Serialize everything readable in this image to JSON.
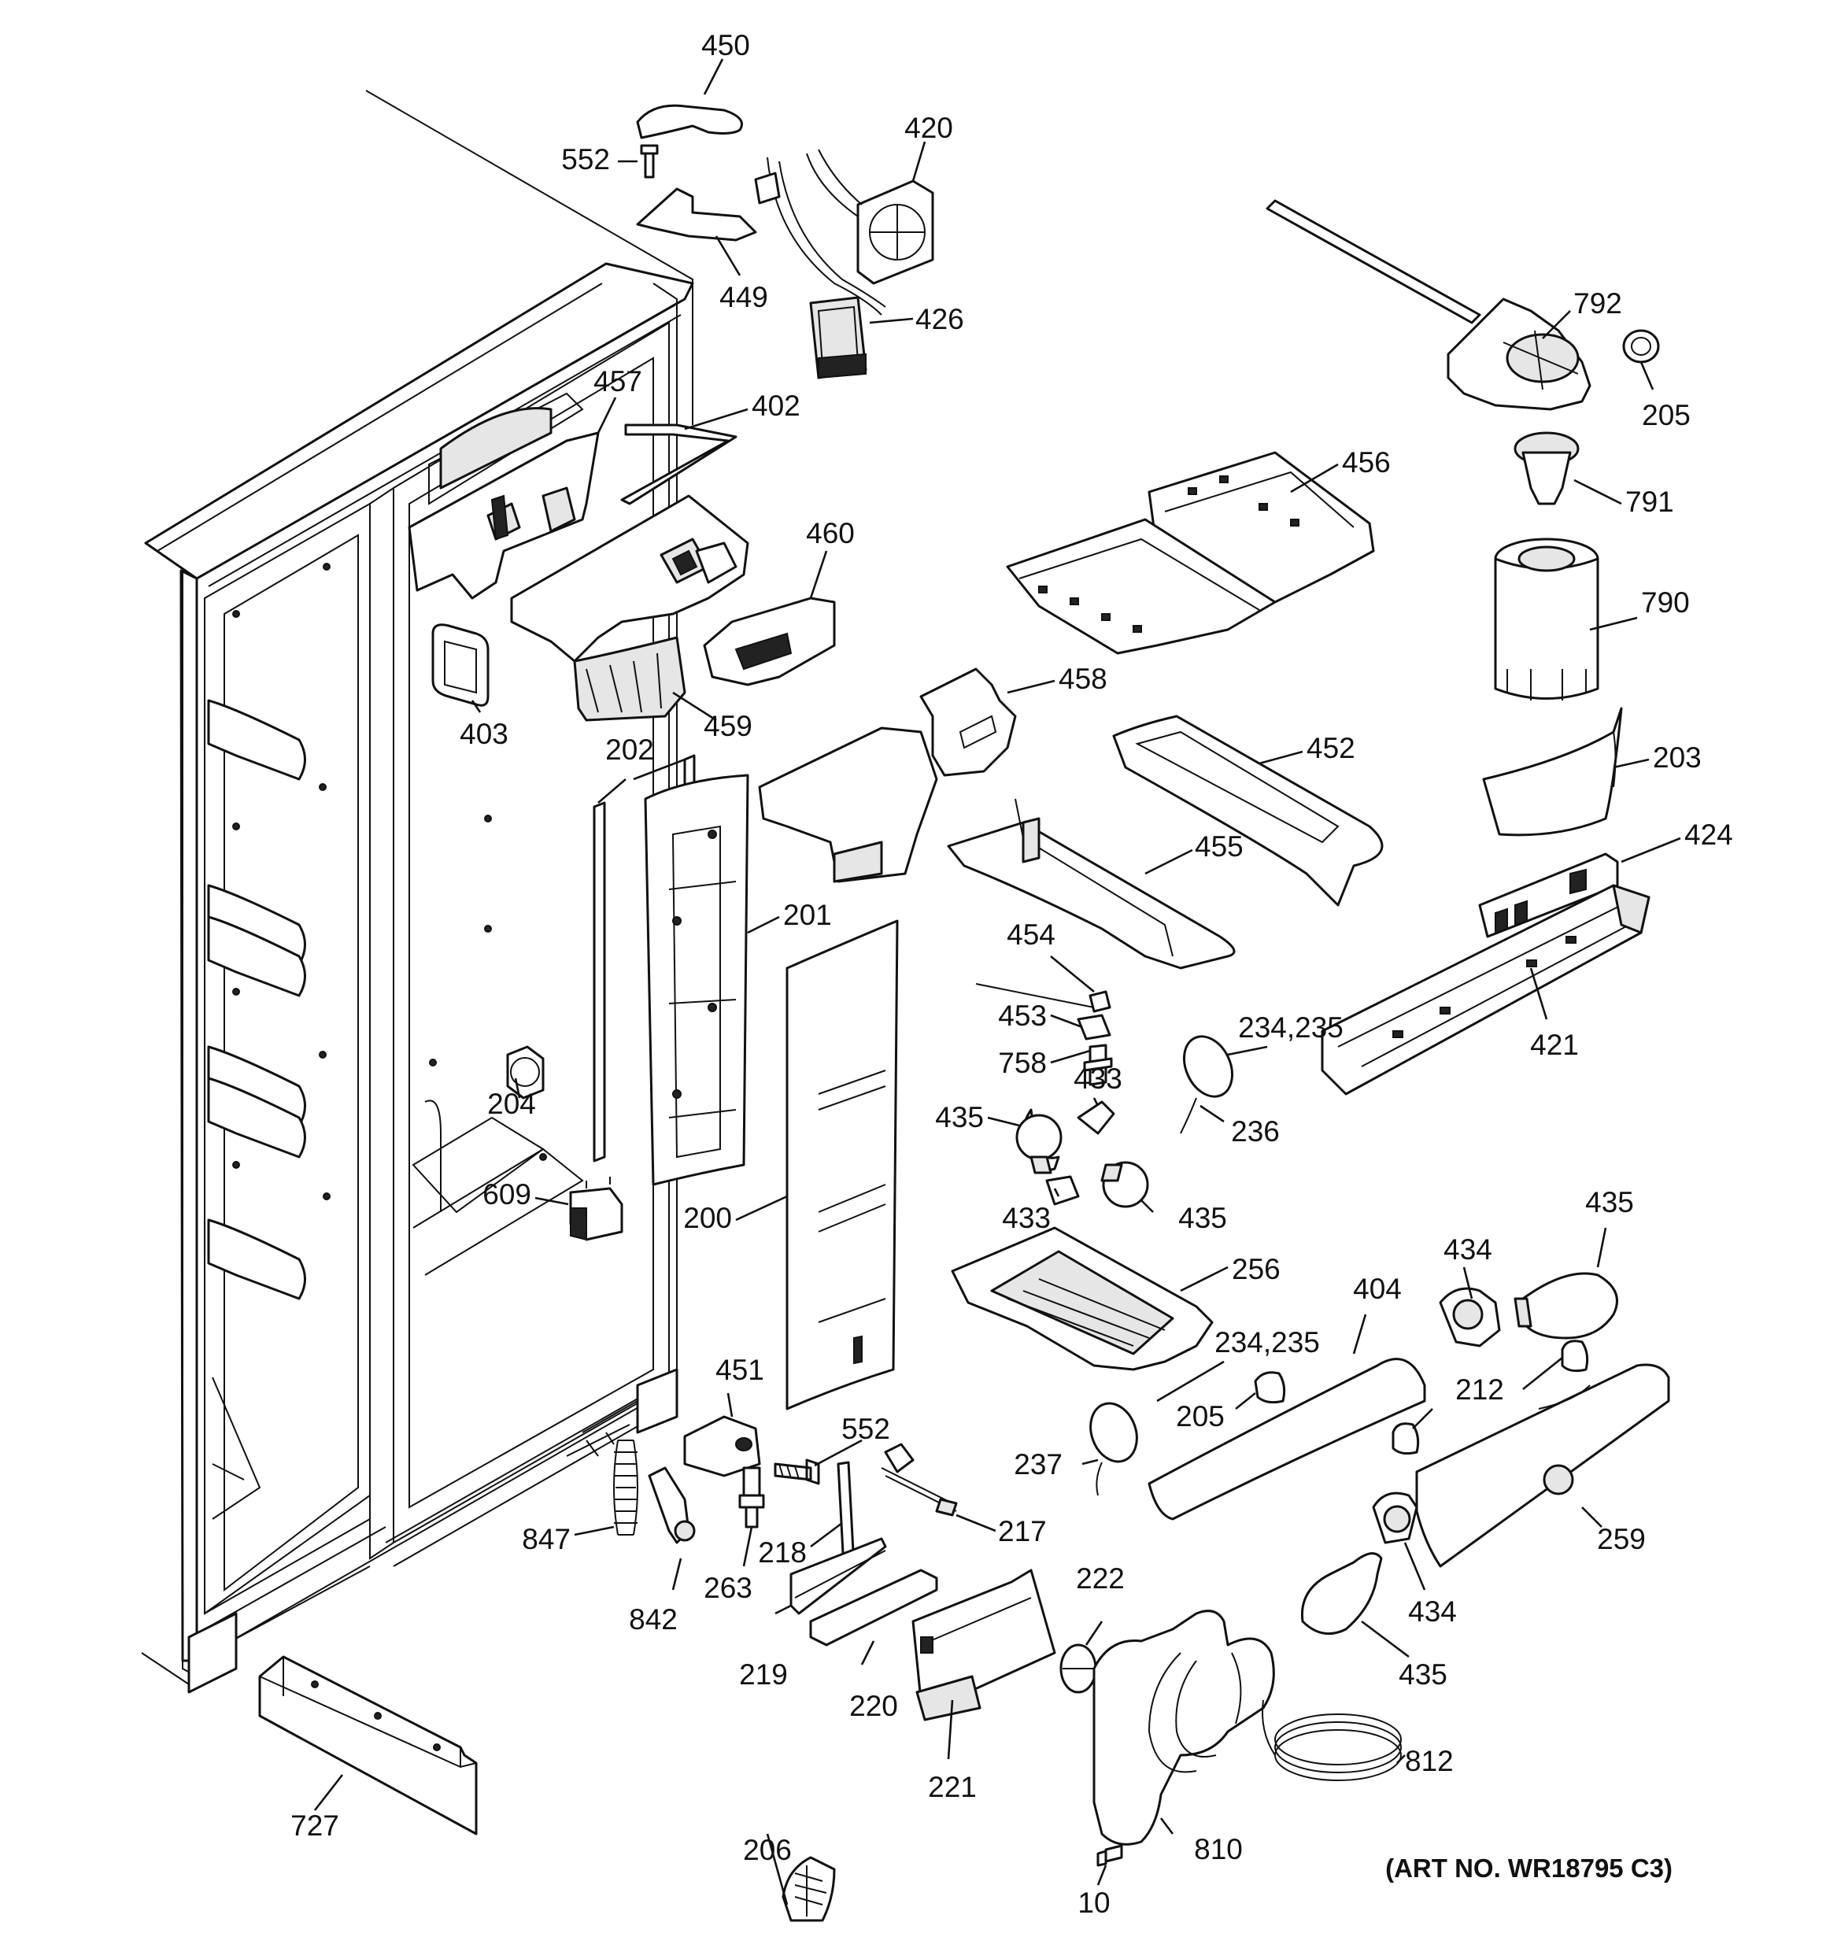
{
  "art_number": "(ART NO. WR18795 C3)",
  "callouts": {
    "c450": "450",
    "c552a": "552",
    "c420": "420",
    "c449": "449",
    "c426": "426",
    "c457": "457",
    "c402": "402",
    "c460": "460",
    "c459": "459",
    "c403": "403",
    "c202": "202",
    "c201": "201",
    "c204": "204",
    "c609": "609",
    "c200": "200",
    "c458": "458",
    "c456": "456",
    "c452": "452",
    "c455": "455",
    "c454": "454",
    "c453": "453",
    "c758": "758",
    "c23435a": "234,235",
    "c236": "236",
    "c433a": "433",
    "c435a": "435",
    "c433b": "433",
    "c435b": "435",
    "c256": "256",
    "c792": "792",
    "c205a": "205",
    "c791": "791",
    "c790": "790",
    "c203": "203",
    "c424": "424",
    "c421": "421",
    "c434a": "434",
    "c435c": "435",
    "c404": "404",
    "c23435b": "234,235",
    "c205b": "205",
    "c212": "212",
    "c237": "237",
    "c259": "259",
    "c434b": "434",
    "c435d": "435",
    "c451": "451",
    "c552b": "552",
    "c217": "217",
    "c218": "218",
    "c263": "263",
    "c847": "847",
    "c842": "842",
    "c219": "219",
    "c220": "220",
    "c221": "221",
    "c222": "222",
    "c812": "812",
    "c810": "810",
    "c10": "10",
    "c206": "206",
    "c727": "727"
  },
  "icons": [
    "refrigerator-cabinet-drawing",
    "ice-dispenser-parts-drawing",
    "water-filter-drawing",
    "lamp-bulb-drawing"
  ]
}
